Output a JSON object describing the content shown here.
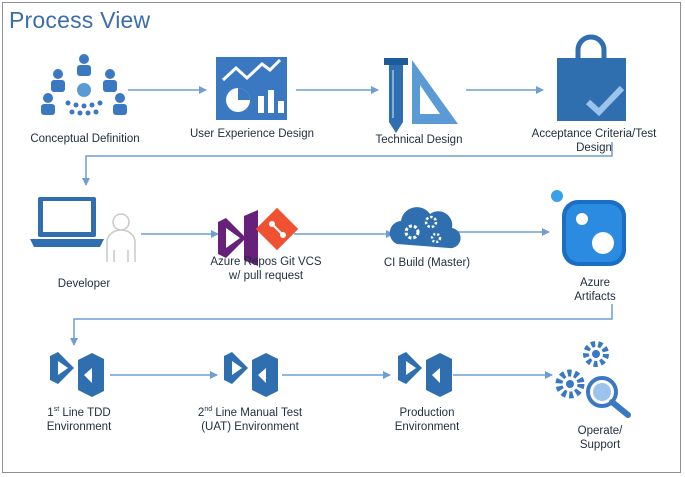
{
  "title": "Process View",
  "colors": {
    "primary": "#2f6fb0",
    "arrow": "#6e9ed3",
    "accent": "#5b9bd5"
  },
  "row1": {
    "conceptual": {
      "label": "Conceptual Definition",
      "icon": "people-group-icon"
    },
    "ux": {
      "label": "User Experience Design",
      "icon": "chart-icon"
    },
    "technical": {
      "label": "Technical Design",
      "icon": "drafting-tools-icon"
    },
    "acceptance": {
      "label_line1": "Acceptance Criteria/Test",
      "label_line2": "Design",
      "icon": "bag-check-icon"
    }
  },
  "row2": {
    "developer": {
      "label": "Developer",
      "icon": "laptop-person-icon"
    },
    "repos": {
      "label_line1": "Azure Repos Git VCS",
      "label_line2": "w/ pull request",
      "icon": "vs-git-icon"
    },
    "ci": {
      "label": "CI Build (Master)",
      "icon": "cloud-gears-icon"
    },
    "artifacts": {
      "label_line1": "Azure",
      "label_line2": "Artifacts",
      "icon": "artifacts-icon"
    }
  },
  "row3": {
    "tdd": {
      "num": "1",
      "sup": "st",
      "label_line1_rest": " Line TDD",
      "label_line2": "Environment",
      "icon": "visual-studio-icon"
    },
    "uat": {
      "num": "2",
      "sup": "nd",
      "label_line1_rest": " Line Manual Test",
      "label_line2": "(UAT) Environment",
      "icon": "visual-studio-icon"
    },
    "prod": {
      "label_line1": "Production",
      "label_line2": "Environment",
      "icon": "visual-studio-icon"
    },
    "operate": {
      "label_line1": "Operate/",
      "label_line2": "Support",
      "icon": "gears-magnifier-icon"
    }
  }
}
